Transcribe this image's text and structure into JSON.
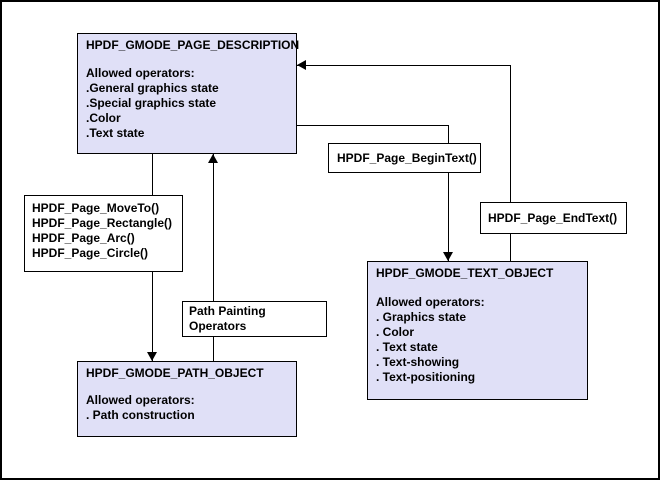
{
  "colors": {
    "state_fill": "#e0e0f7",
    "operator_fill": "#ffffff",
    "border": "#000000",
    "background": "#ffffff"
  },
  "nodes": {
    "page_description": {
      "title": "HPDF_GMODE_PAGE_DESCRIPTION",
      "subtitle": "Allowed operators:",
      "items": [
        ".General graphics state",
        ".Special graphics state",
        ".Color",
        ".Text state"
      ]
    },
    "move_to_group": {
      "items": [
        "HPDF_Page_MoveTo()",
        "HPDF_Page_Rectangle()",
        "HPDF_Page_Arc()",
        "HPDF_Page_Circle()"
      ]
    },
    "begin_text": {
      "label": "HPDF_Page_BeginText()"
    },
    "end_text": {
      "label": "HPDF_Page_EndText()"
    },
    "text_object": {
      "title": "HPDF_GMODE_TEXT_OBJECT",
      "subtitle": "Allowed operators:",
      "items": [
        ". Graphics state",
        ". Color",
        ". Text state",
        ". Text-showing",
        ". Text-positioning"
      ]
    },
    "path_painting": {
      "line1": "Path Painting",
      "line2": "Operators"
    },
    "path_object": {
      "title": "HPDF_GMODE_PATH_OBJECT",
      "subtitle": "Allowed operators:",
      "items": [
        ". Path construction"
      ]
    }
  }
}
